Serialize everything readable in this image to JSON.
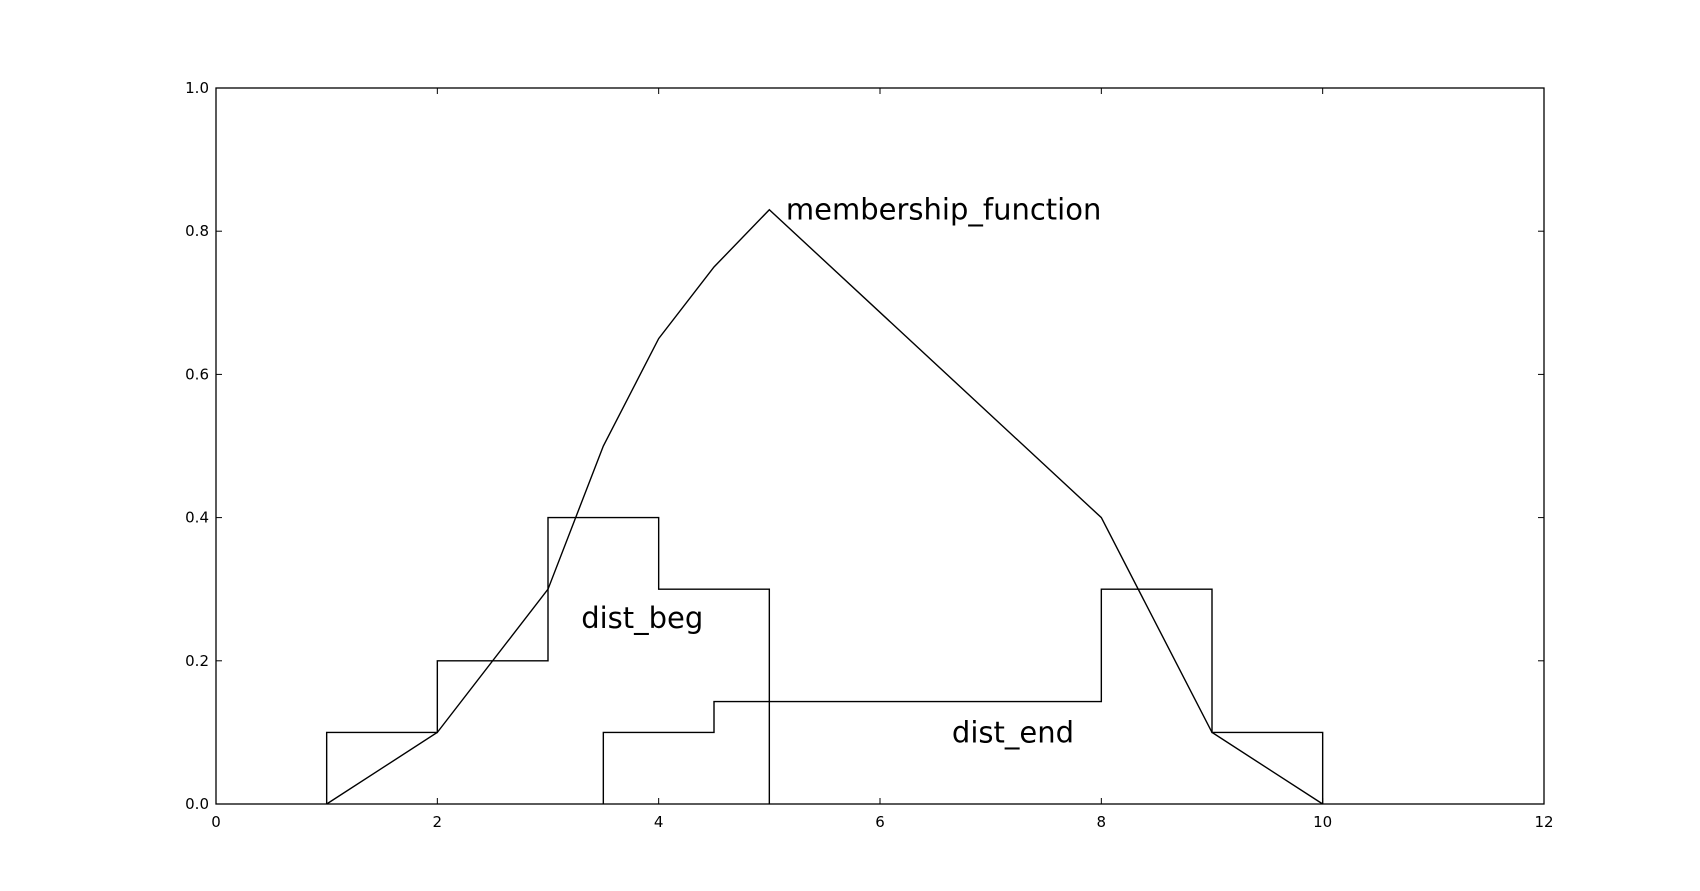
{
  "chart_data": {
    "type": "line",
    "title": "",
    "xlabel": "",
    "ylabel": "",
    "xlim": [
      0,
      12
    ],
    "ylim": [
      0,
      1.0
    ],
    "grid": false,
    "x_ticks": [
      0,
      2,
      4,
      6,
      8,
      10,
      12
    ],
    "x_tick_labels": [
      "0",
      "2",
      "4",
      "6",
      "8",
      "10",
      "12"
    ],
    "y_ticks": [
      0.0,
      0.2,
      0.4,
      0.6,
      0.8,
      1.0
    ],
    "y_tick_labels": [
      "0.0",
      "0.2",
      "0.4",
      "0.6",
      "0.8",
      "1.0"
    ],
    "series": [
      {
        "key": "membership",
        "style": "line",
        "x": [
          1,
          2,
          3,
          3.5,
          4,
          4.5,
          5,
          8,
          9,
          10
        ],
        "y": [
          0.0,
          0.1,
          0.3,
          0.5,
          0.65,
          0.75,
          0.83,
          0.4,
          0.1,
          0.0
        ]
      },
      {
        "key": "beg",
        "style": "step",
        "x": [
          1,
          1,
          2,
          2,
          3,
          3,
          4,
          4,
          5,
          5
        ],
        "y": [
          0.0,
          0.1,
          0.1,
          0.2,
          0.2,
          0.4,
          0.4,
          0.3,
          0.3,
          0.0
        ]
      },
      {
        "key": "end",
        "style": "step",
        "x": [
          3.5,
          3.5,
          4.5,
          4.5,
          8,
          8,
          9,
          9,
          10,
          10
        ],
        "y": [
          0.0,
          0.1,
          0.1,
          0.143,
          0.143,
          0.3,
          0.3,
          0.1,
          0.1,
          0.0
        ]
      }
    ],
    "annotations": [
      {
        "text": "membership_function",
        "x": 5.15,
        "y": 0.83
      },
      {
        "text": "dist_beg",
        "x": 3.3,
        "y": 0.26
      },
      {
        "text": "dist_end",
        "x": 6.65,
        "y": 0.1
      }
    ],
    "colors": {
      "line": "#000000",
      "axes": "#000000",
      "background": "#ffffff"
    }
  }
}
